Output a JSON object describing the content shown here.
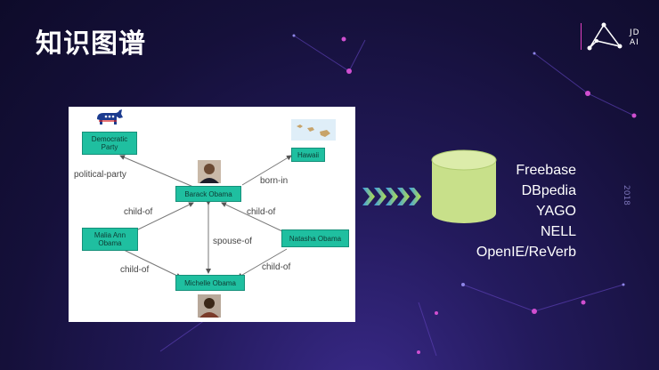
{
  "slide": {
    "title": "知识图谱",
    "logo_text_line1": "JD",
    "logo_text_line2": "AI",
    "year": "2018"
  },
  "diagram": {
    "nodes": {
      "democratic_party": "Democratic Party",
      "barack_obama": "Barack Obama",
      "hawaii": "Hawaii",
      "malia_ann_obama": "Malia Ann Obama",
      "natasha_obama": "Natasha Obama",
      "michelle_obama": "Michelle Obama"
    },
    "edges": {
      "political_party": "political-party",
      "born_in": "born-in",
      "child_of_malia": "child-of",
      "child_of_natasha": "child-of",
      "spouse_of": "spouse-of",
      "child_of_malia_michelle": "child-of",
      "child_of_natasha_michelle": "child-of"
    },
    "icons": [
      "donkey-icon",
      "person-photo-icon",
      "map-icon"
    ]
  },
  "knowledge_bases": {
    "items": [
      "Freebase",
      "DBpedia",
      "YAGO",
      "NELL",
      "OpenIE/ReVerb"
    ]
  },
  "colors": {
    "node_fill": "#1fbfa0",
    "database_fill": "#c8e08a",
    "chevron_start": "#3a9be8",
    "chevron_end": "#b6e04a",
    "background": "#1a1446"
  }
}
